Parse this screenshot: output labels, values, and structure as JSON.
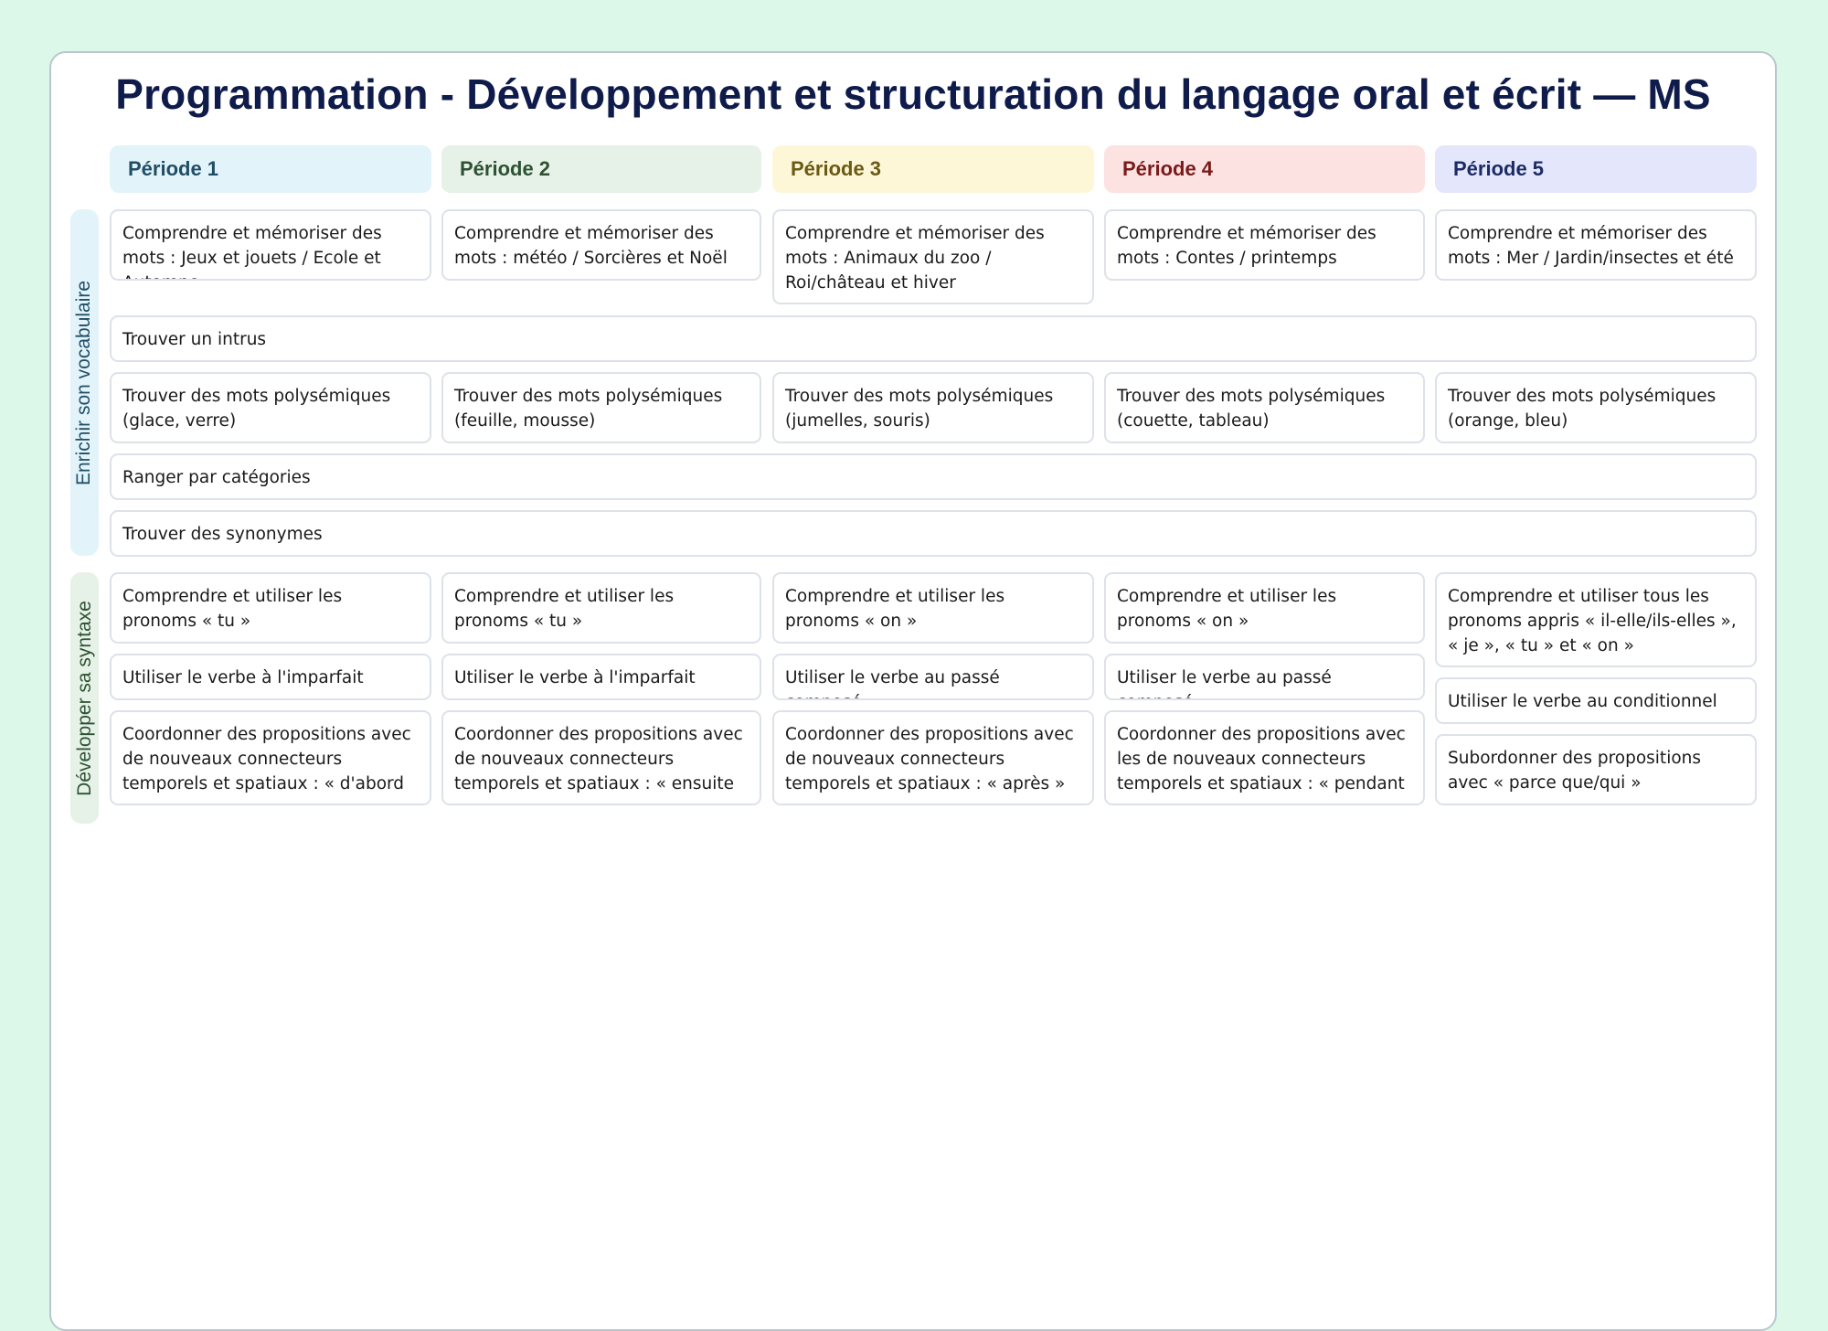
{
  "title": "Programmation - Développement et structuration du langage oral et écrit — MS",
  "periods": [
    "Période 1",
    "Période 2",
    "Période 3",
    "Période 4",
    "Période 5"
  ],
  "domains": {
    "vocabulaire": "Enrichir son vocabulaire",
    "syntaxe": "Développer sa syntaxe"
  },
  "vocabulaire": {
    "memoriser": [
      "Comprendre et mémoriser des mots : Jeux et jouets / Ecole et Automne",
      "Comprendre et mémoriser des mots : météo / Sorcières et Noël",
      "Comprendre et mémoriser des mots : Animaux du zoo / Roi/château et hiver",
      "Comprendre et mémoriser des mots : Contes / printemps",
      "Comprendre et mémoriser des mots : Mer / Jardin/insectes et été"
    ],
    "intrus": "Trouver un intrus",
    "polysemiques": [
      "Trouver des mots polysémiques (glace, verre)",
      "Trouver des mots polysémiques (feuille, mousse)",
      "Trouver des mots polysémiques (jumelles, souris)",
      "Trouver des mots polysémiques (couette, tableau)",
      "Trouver des mots polysémiques (orange, bleu)"
    ],
    "categories": "Ranger par catégories",
    "synonymes": "Trouver des synonymes"
  },
  "syntaxe": {
    "pronoms": [
      "Comprendre et utiliser les pronoms « tu »",
      "Comprendre et utiliser les pronoms « tu »",
      "Comprendre et utiliser les pronoms « on »",
      "Comprendre et utiliser les pronoms « on »",
      "Comprendre et utiliser tous les pronoms appris « il-elle/ils-elles », « je », « tu » et « on »"
    ],
    "verbes": [
      "Utiliser le verbe à l'imparfait",
      "Utiliser le verbe à l'imparfait",
      "Utiliser le verbe au passé composé",
      "Utiliser le verbe au passé composé",
      "Utiliser le verbe au conditionnel"
    ],
    "propositions": [
      "Coordonner des propositions avec de nouveaux connecteurs temporels et spatiaux : « d'abord »",
      "Coordonner des propositions avec de nouveaux connecteurs temporels et spatiaux : « ensuite »",
      "Coordonner des propositions avec de nouveaux connecteurs temporels et spatiaux : « après »",
      "Coordonner des propositions avec les de nouveaux connecteurs temporels et spatiaux : « pendant »",
      "Subordonner des propositions avec « parce que/qui »"
    ]
  },
  "colors": {
    "page_background": "#dcf8e8",
    "title": "#0f1b4a",
    "period_backgrounds": [
      "#e3f3fa",
      "#e6f1e7",
      "#fdf7d8",
      "#fde2e2",
      "#e4e7fb"
    ],
    "period_text": [
      "#1f4e66",
      "#2d5233",
      "#6a5a14",
      "#7a1a1a",
      "#1c2b66"
    ],
    "domain_backgrounds": [
      "#e3f3fa",
      "#e6f1e7"
    ],
    "domain_text": [
      "#1f4e66",
      "#2d5233"
    ]
  }
}
